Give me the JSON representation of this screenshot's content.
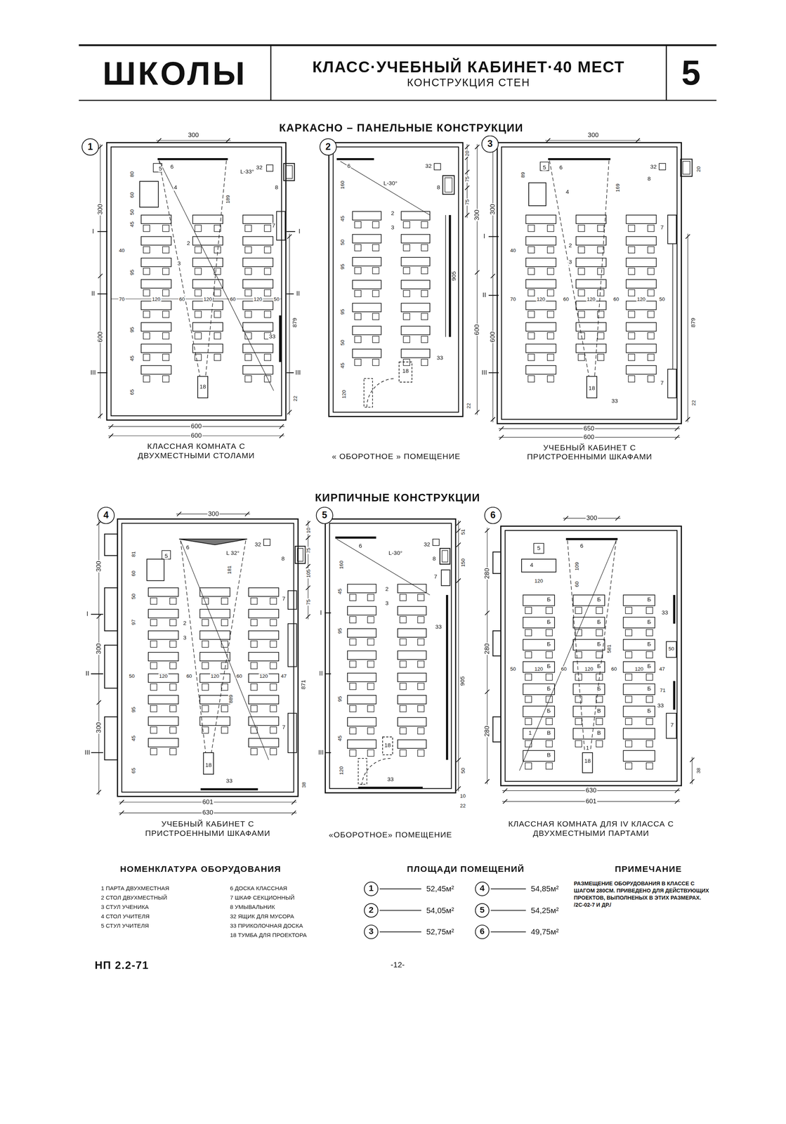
{
  "diagram": {
    "nodes": [
      {
        "text": [
          "ШКОЛЫ"
        ]
      },
      {
        "text": [
          "КЛАСС·УЧЕБНЫЙ КАБИНЕТ·40 МЕСТ",
          "КОНСТРУКЦИЯ СТЕН"
        ]
      },
      {
        "text": [
          "5"
        ]
      },
      {
        "text": [
          "1"
        ]
      },
      {
        "text": [
          "КЛАССНАЯ КОМНАТА С ДВУХМЕСТНЫМИ СТОЛАМИ"
        ]
      },
      {
        "text": [
          "2"
        ]
      },
      {
        "text": [
          "« ОБОРОТНОЕ » ПОМЕЩЕНИЕ"
        ]
      },
      {
        "text": [
          "3"
        ]
      },
      {
        "text": [
          "УЧЕБНЫЙ КАБИНЕТ С ПРИСТРОЕННЫМИ ШКАФАМИ"
        ]
      },
      {
        "text": [
          "4"
        ]
      },
      {
        "text": [
          "УЧЕБНЫЙ КАБИНЕТ С ПРИСТРОЕННЫМИ ШКАФАМИ"
        ]
      },
      {
        "text": [
          "5"
        ]
      },
      {
        "text": [
          "«ОБОРОТНОЕ» ПОМЕЩЕНИЕ"
        ]
      },
      {
        "text": [
          "6"
        ]
      },
      {
        "text": [
          "КЛАССНАЯ КОМНАТА ДЛЯ IV КЛАССА С ДВУХМЕСТНЫМИ ПАРТАМИ"
        ]
      },
      {
        "text": [
          "1"
        ]
      },
      {
        "text": [
          "2"
        ]
      },
      {
        "text": [
          "3"
        ]
      },
      {
        "text": [
          "4"
        ]
      },
      {
        "text": [
          "5"
        ]
      },
      {
        "text": [
          "6"
        ]
      }
    ],
    "labels": [
      "КАРКАСНО – ПАНЕЛЬНЫЕ КОНСТРУКЦИИ",
      "КИРПИЧНЫЕ КОНСТРУКЦИИ",
      "300",
      "300",
      "600",
      "600",
      "600",
      "I",
      "I",
      "II",
      "II",
      "III",
      "III",
      "5",
      "6",
      "4",
      "80",
      "60",
      "50",
      "45",
      "40",
      "2",
      "3",
      "95",
      "70",
      "120",
      "60",
      "120",
      "60",
      "120",
      "50",
      "95",
      "45",
      "65",
      "L-33°",
      "32",
      "8",
      "189",
      "7",
      "879",
      "33",
      "18",
      "22",
      "6",
      "L-30°",
      "32",
      "8",
      "20",
      "75",
      "75",
      "300",
      "600",
      "160",
      "2",
      "3",
      "45",
      "50",
      "95",
      "95",
      "50",
      "45",
      "905",
      "33",
      "18",
      "120",
      "22",
      "300",
      "300",
      "600",
      "650",
      "600",
      "I",
      "II",
      "III",
      "5",
      "6",
      "32",
      "8",
      "20",
      "89",
      "4",
      "169",
      "2",
      "3",
      "40",
      "70",
      "120",
      "60",
      "120",
      "60",
      "120",
      "50",
      "7",
      "7",
      "879",
      "18",
      "33",
      "22",
      "300",
      "300",
      "300",
      "300",
      "601",
      "630",
      "I",
      "II",
      "III",
      "5",
      "6",
      "L 32°",
      "32",
      "8",
      "10",
      "75",
      "105",
      "75",
      "7",
      "181",
      "81",
      "60",
      "50",
      "2",
      "3",
      "97",
      "50",
      "120",
      "60",
      "120",
      "60",
      "120",
      "47",
      "871",
      "889",
      "95",
      "45",
      "65",
      "7",
      "18",
      "33",
      "38",
      "6",
      "L-30°",
      "32",
      "8",
      "51",
      "150",
      "160",
      "7",
      "I",
      "2",
      "3",
      "45",
      "95",
      "33",
      "905",
      "II",
      "95",
      "45",
      "III",
      "18",
      "120",
      "50",
      "33",
      "10",
      "22",
      "300",
      "280",
      "280",
      "280",
      "630",
      "601",
      "5",
      "4",
      "6",
      "120",
      "109",
      "60",
      "50",
      "120",
      "60",
      "120",
      "60",
      "120",
      "47",
      "581",
      "33",
      "50",
      "71",
      "33",
      "7",
      "1",
      "18",
      "38",
      "Б",
      "Б",
      "Б",
      "Б",
      "Б",
      "Б",
      "Б",
      "Б",
      "Б",
      "Б",
      "Б",
      "Б",
      "Б",
      "Б",
      "Б",
      "Б",
      "Б",
      "В",
      "В",
      "В",
      "В",
      "1",
      "НОМЕНКЛАТУРА ОБОРУДОВАНИЯ",
      "1 ПАРТА ДВУХМЕСТНАЯ",
      "2 СТОЛ ДВУХМЕСТНЫЙ",
      "3 СТУЛ УЧЕНИКА",
      "4 СТОЛ УЧИТЕЛЯ",
      "5 СТУЛ УЧИТЕЛЯ",
      "6 ДОСКА КЛАССНАЯ",
      "7 ШКАФ СЕКЦИОННЫЙ",
      "8 УМЫВАЛЬНИК",
      "32 ЯЩИК ДЛЯ МУСОРА",
      "33 ПРИКОЛОЧНАЯ ДОСКА",
      "18 ТУМБА ДЛЯ ПРОЕКТОРА",
      "ПЛОЩАДИ ПОМЕЩЕНИЙ",
      "52,45м²",
      "54,05м²",
      "52,75м²",
      "54,85м²",
      "54,25м²",
      "49,75м²",
      "ПРИМЕЧАНИЕ",
      "РАЗМЕЩЕНИЕ ОБОРУДОВАНИЯ В КЛАССЕ С ШАГОМ 280СМ. ПРИВЕДЕНО ДЛЯ ДЕЙСТВУЮЩИХ ПРОЕКТОВ, ВЫПОЛНЕНЫХ В ЭТИХ РАЗМЕРАХ. /2С-02-7 И ДР./",
      "НП 2.2-71",
      "-12-"
    ]
  }
}
